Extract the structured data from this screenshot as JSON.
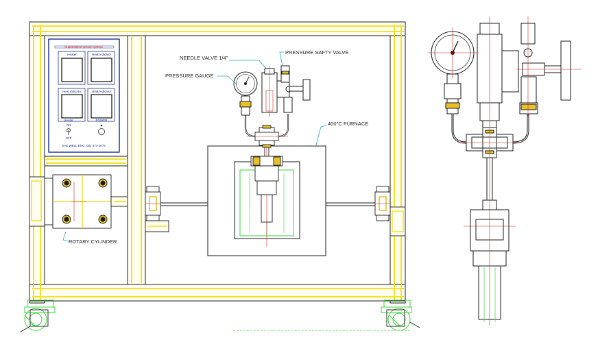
{
  "labels": {
    "needle_valve": "NEEDLE VALVE 1/4\"",
    "pressure_safety_valve": "PRESSURE SAFTY VALVE",
    "pressure_gauge": "PRESSURE GAUGE",
    "furnace": "400°C FURNACE",
    "rotary_cylinder": "ROTARY CYLINDER"
  },
  "control_panel": {
    "title": "Supercritical Vessel System",
    "heater": "Heater",
    "heat_indicator_1": "Heat Indicator",
    "heat_indicator_2": "Heat Indicator",
    "heat_indicator_3": "Heat Indicator",
    "switch_label": "Heater",
    "on": "ON",
    "off": "OFF",
    "power": "POWER",
    "footer": "SAE WELL ENG. 082 474-2075"
  },
  "colors": {
    "frame_yellow": "#f2e22e",
    "line_dark": "#1a1a1a",
    "panel_blue": "#1b2a8a",
    "accent_red": "#d42020",
    "caster_green": "#34d634",
    "leader_cyan": "#2aa7c9",
    "bolt_yellow": "#e8c12a"
  }
}
